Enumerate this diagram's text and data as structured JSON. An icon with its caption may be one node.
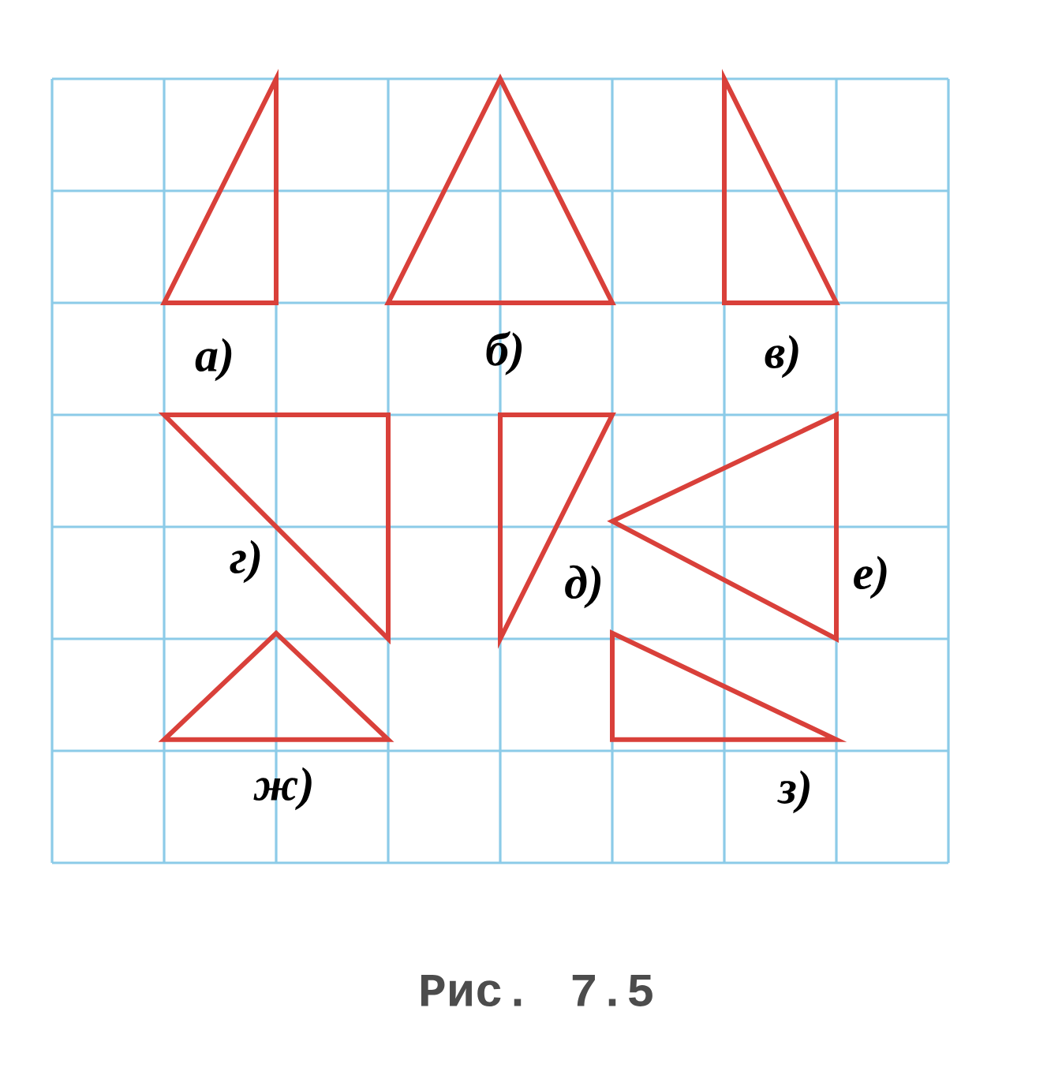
{
  "diagram": {
    "caption": "Рис. 7.5",
    "nodes": [
      {
        "text": [],
        "shape": "triangle",
        "beside": [
          "а)"
        ]
      },
      {
        "text": [],
        "shape": "triangle",
        "beside": [
          "б)"
        ]
      },
      {
        "text": [],
        "shape": "triangle",
        "beside": [
          "в)"
        ]
      },
      {
        "text": [],
        "shape": "triangle",
        "beside": [
          "г)"
        ]
      },
      {
        "text": [],
        "shape": "triangle",
        "beside": [
          "д)"
        ]
      },
      {
        "text": [],
        "shape": "triangle",
        "beside": [
          "е)"
        ]
      },
      {
        "text": [],
        "shape": "triangle",
        "beside": [
          "ж)"
        ]
      },
      {
        "text": [],
        "shape": "triangle",
        "beside": [
          "з)"
        ]
      }
    ]
  }
}
